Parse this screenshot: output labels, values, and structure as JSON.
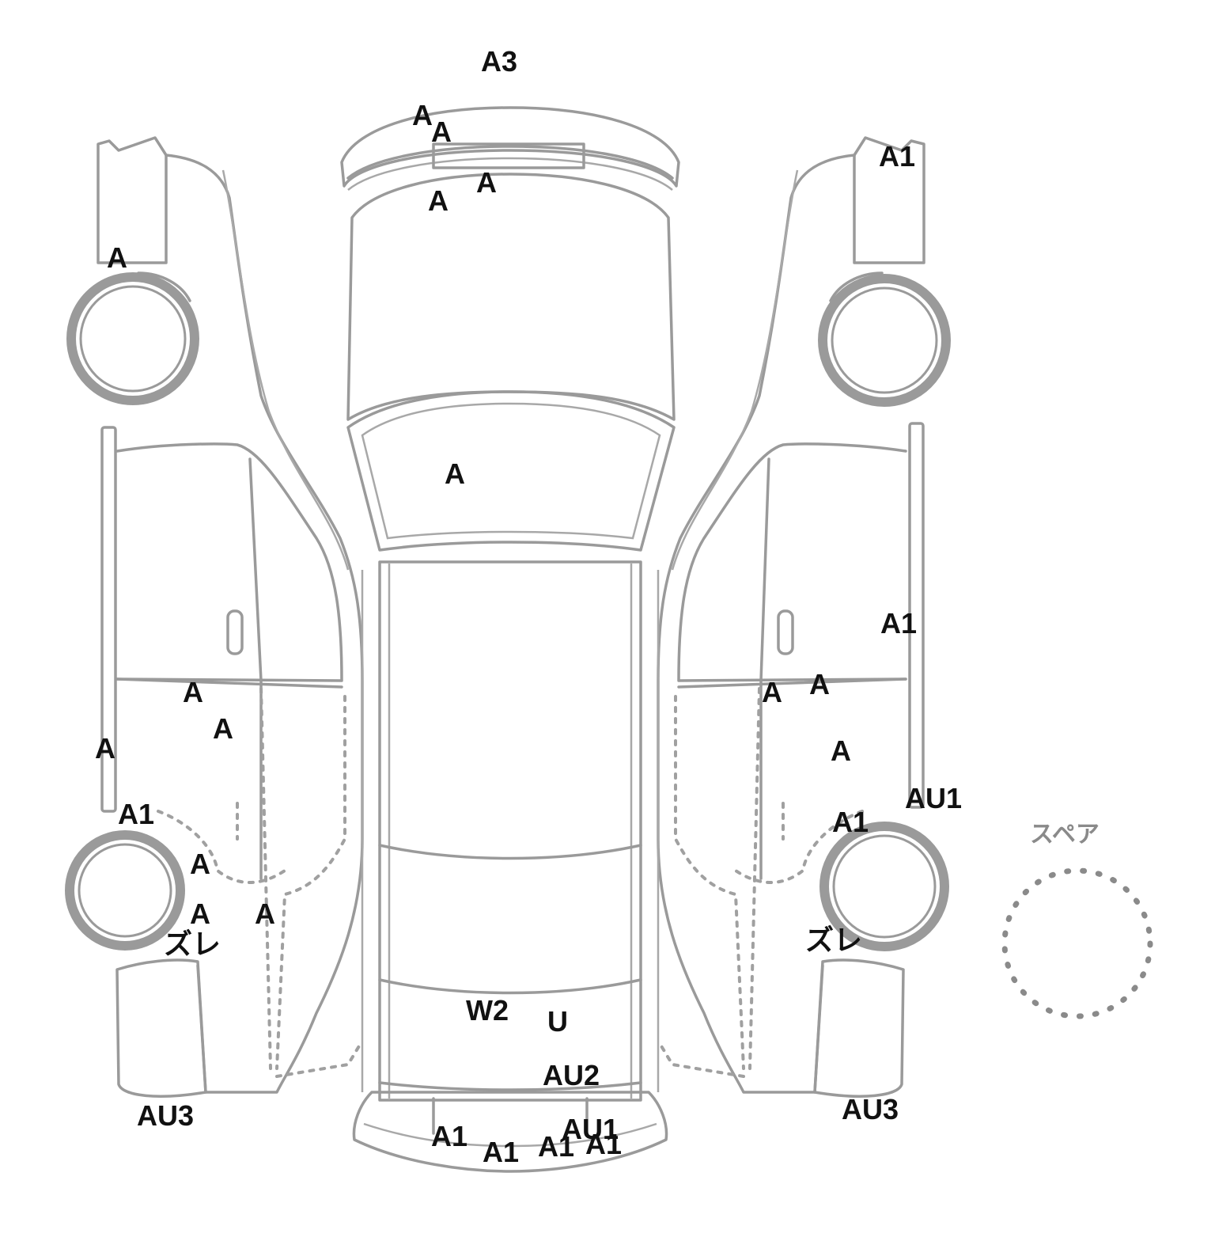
{
  "diagram": {
    "spare_label": "スペア",
    "marks": [
      {
        "id": "mark-1",
        "text": "A3"
      },
      {
        "id": "mark-2",
        "text": "A"
      },
      {
        "id": "mark-3",
        "text": "A"
      },
      {
        "id": "mark-4",
        "text": "A"
      },
      {
        "id": "mark-5",
        "text": "A"
      },
      {
        "id": "mark-6",
        "text": "A1"
      },
      {
        "id": "mark-7",
        "text": "A"
      },
      {
        "id": "mark-8",
        "text": "A"
      },
      {
        "id": "mark-9",
        "text": "A1"
      },
      {
        "id": "mark-10",
        "text": "A"
      },
      {
        "id": "mark-11",
        "text": "A"
      },
      {
        "id": "mark-12",
        "text": "A"
      },
      {
        "id": "mark-13",
        "text": "A"
      },
      {
        "id": "mark-14",
        "text": "A"
      },
      {
        "id": "mark-15",
        "text": "A"
      },
      {
        "id": "mark-16",
        "text": "AU1"
      },
      {
        "id": "mark-17",
        "text": "A1"
      },
      {
        "id": "mark-18",
        "text": "A1"
      },
      {
        "id": "mark-19",
        "text": "A"
      },
      {
        "id": "mark-20",
        "text": "A"
      },
      {
        "id": "mark-21",
        "text": "A"
      },
      {
        "id": "mark-22",
        "text": "ズレ"
      },
      {
        "id": "mark-23",
        "text": "ズレ"
      },
      {
        "id": "mark-24",
        "text": "W2"
      },
      {
        "id": "mark-25",
        "text": "U"
      },
      {
        "id": "mark-26",
        "text": "AU2"
      },
      {
        "id": "mark-27",
        "text": "AU3"
      },
      {
        "id": "mark-28",
        "text": "AU3"
      },
      {
        "id": "mark-29",
        "text": "A1"
      },
      {
        "id": "mark-30",
        "text": "AU1"
      },
      {
        "id": "mark-31",
        "text": "A1"
      },
      {
        "id": "mark-32",
        "text": "A1"
      },
      {
        "id": "mark-33",
        "text": "A1"
      }
    ]
  }
}
